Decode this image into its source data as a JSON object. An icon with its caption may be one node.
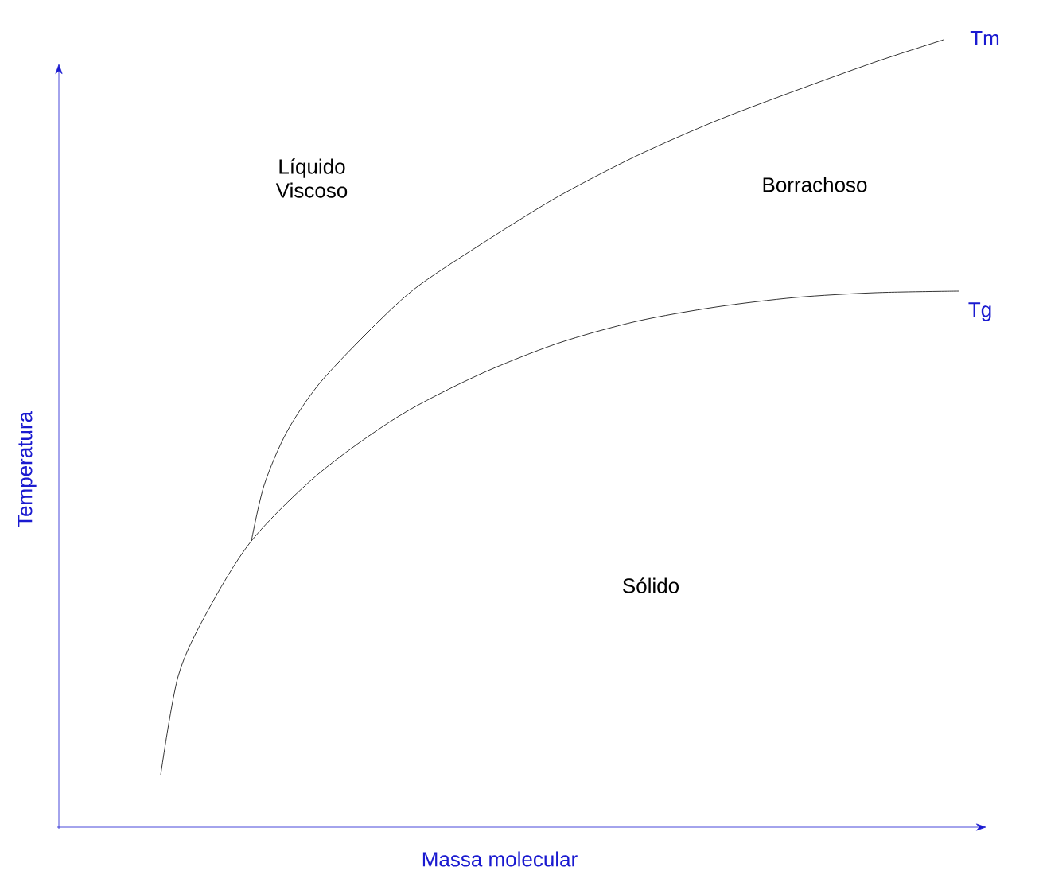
{
  "diagram": {
    "labels": [
      "Tm",
      "Líquido Viscoso",
      "Borrachoso",
      "Tg",
      "Sólido",
      "Temperatura",
      "Massa molecular"
    ]
  }
}
